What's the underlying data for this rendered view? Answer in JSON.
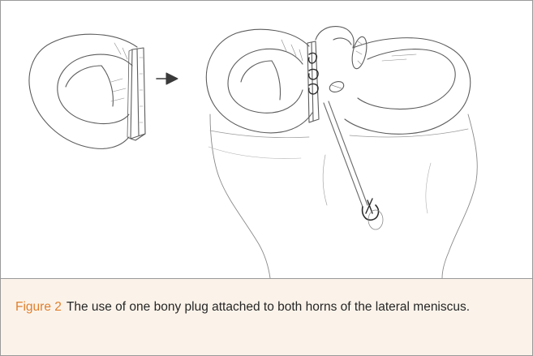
{
  "figure": {
    "label": "Figure 2",
    "caption": "The use of one bony plug attached to both horns of the lateral meniscus.",
    "accent_color": "#e07f2c",
    "caption_background": "#fbf3ea",
    "illustration": {
      "style": "pencil sketch",
      "parts": [
        "meniscus-with-bony-plug",
        "arrow",
        "tibial-plateau-with-implanted-meniscus",
        "fixation-suture"
      ]
    }
  }
}
